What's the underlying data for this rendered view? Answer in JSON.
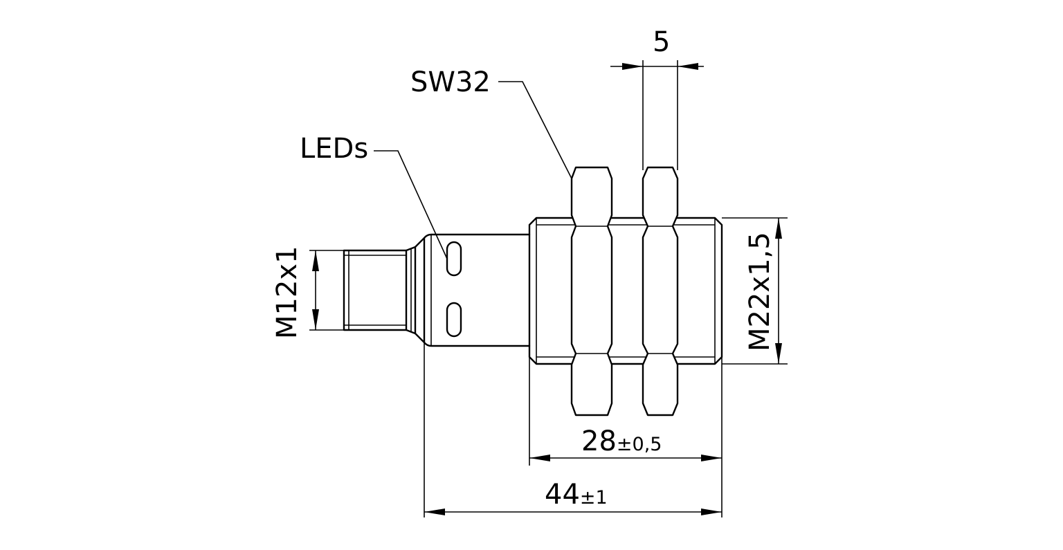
{
  "labels": {
    "wrench_size": "SW32",
    "leds": "LEDs",
    "nut_thickness": "5",
    "connector_thread": "M12x1",
    "body_thread": "M22x1,5",
    "thread_length_value": "28",
    "thread_length_tol": "±0,5",
    "total_length_value": "44",
    "total_length_tol": "±1"
  }
}
